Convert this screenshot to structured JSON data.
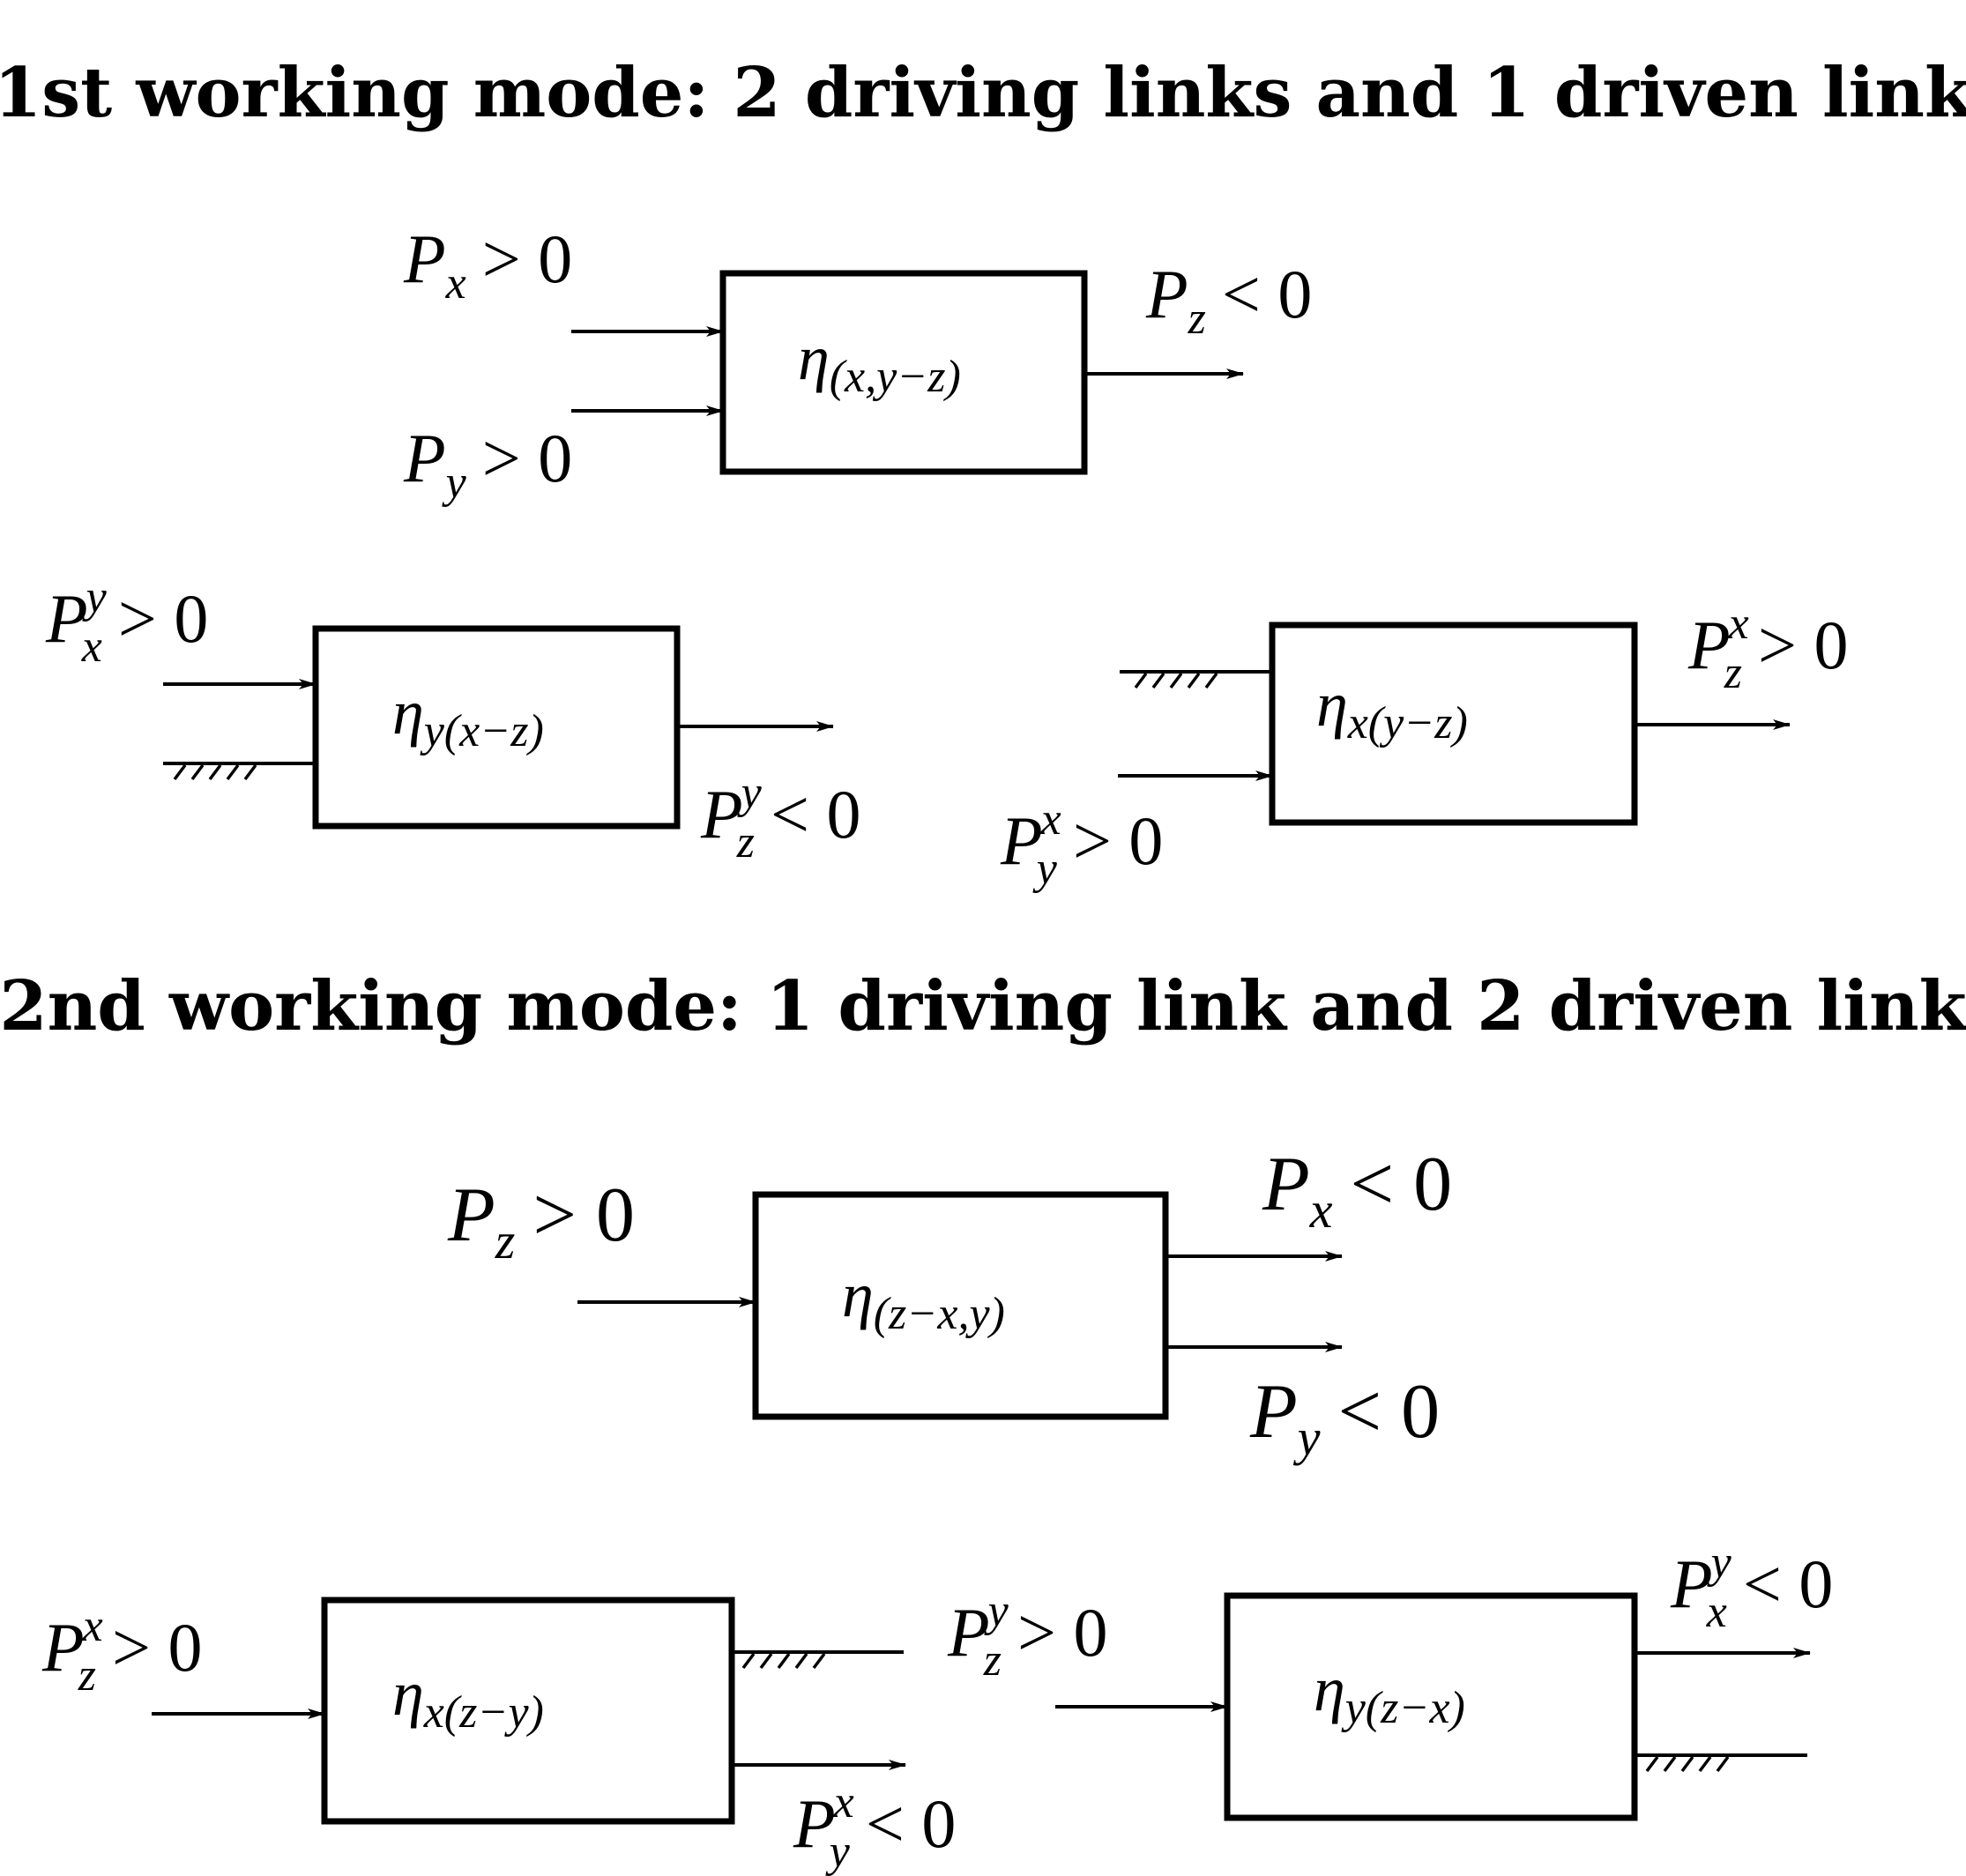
{
  "titles": {
    "mode1": "1st working mode: 2 driving links and 1 driven link",
    "mode2": "2nd working mode: 1 driving link and 2 driven link"
  },
  "mode1": {
    "main": {
      "eta": {
        "base": "η",
        "sub": "(x,y−z)"
      },
      "in_x": {
        "P": "P",
        "sub": "x",
        "sup": "",
        "rel": "> 0"
      },
      "in_y": {
        "P": "P",
        "sub": "y",
        "sup": "",
        "rel": "> 0"
      },
      "out_z": {
        "P": "P",
        "sub": "z",
        "sup": "",
        "rel": "< 0"
      }
    },
    "left": {
      "eta": {
        "base": "η",
        "sub": "y(x−z)"
      },
      "in": {
        "P": "P",
        "sub": "x",
        "sup": "y",
        "rel": "> 0"
      },
      "out": {
        "P": "P",
        "sub": "z",
        "sup": "y",
        "rel": "< 0"
      }
    },
    "right": {
      "eta": {
        "base": "η",
        "sub": "x(y−z)"
      },
      "in": {
        "P": "P",
        "sub": "y",
        "sup": "x",
        "rel": "> 0"
      },
      "out": {
        "P": "P",
        "sub": "z",
        "sup": "x",
        "rel": "> 0"
      }
    }
  },
  "mode2": {
    "main": {
      "eta": {
        "base": "η",
        "sub": "(z−x,y)"
      },
      "in_z": {
        "P": "P",
        "sub": "z",
        "sup": "",
        "rel": "> 0"
      },
      "out_x": {
        "P": "P",
        "sub": "x",
        "sup": "",
        "rel": "< 0"
      },
      "out_y": {
        "P": "P",
        "sub": "y",
        "sup": "",
        "rel": "< 0"
      }
    },
    "left": {
      "eta": {
        "base": "η",
        "sub": "x(z−y)"
      },
      "in": {
        "P": "P",
        "sub": "z",
        "sup": "x",
        "rel": "> 0"
      },
      "out": {
        "P": "P",
        "sub": "y",
        "sup": "x",
        "rel": "< 0"
      }
    },
    "right": {
      "eta": {
        "base": "η",
        "sub": "y(z−x)"
      },
      "in": {
        "P": "P",
        "sub": "z",
        "sup": "y",
        "rel": "> 0"
      },
      "out": {
        "P": "P",
        "sub": "x",
        "sup": "y",
        "rel": "< 0"
      }
    }
  }
}
